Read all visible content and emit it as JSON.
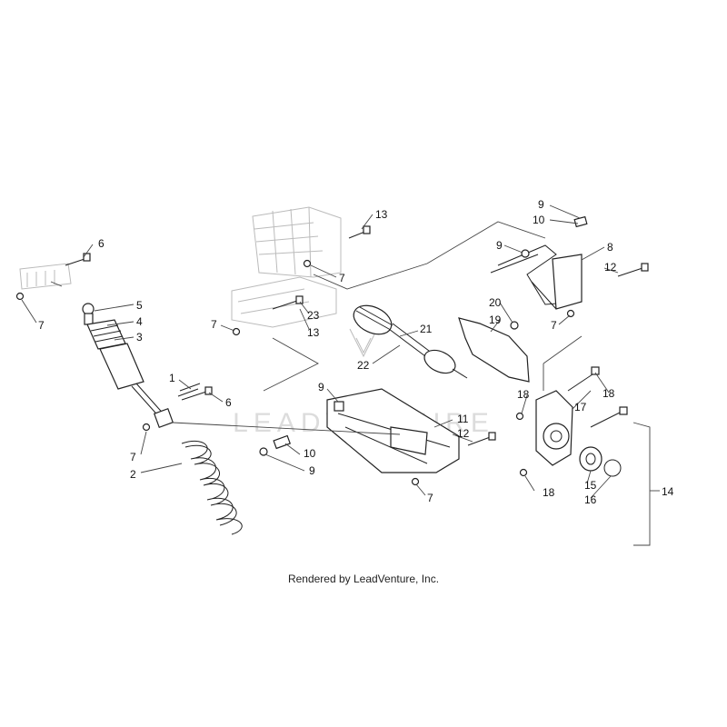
{
  "footer": {
    "rendered_by": "Rendered by LeadVenture, Inc."
  },
  "watermark": {
    "text": "LEADVENTURE"
  },
  "callouts": [
    {
      "id": "c-6a",
      "label": "6"
    },
    {
      "id": "c-7a",
      "label": "7"
    },
    {
      "id": "c-5",
      "label": "5"
    },
    {
      "id": "c-4",
      "label": "4"
    },
    {
      "id": "c-3",
      "label": "3"
    },
    {
      "id": "c-1",
      "label": "1"
    },
    {
      "id": "c-6b",
      "label": "6"
    },
    {
      "id": "c-7b",
      "label": "7"
    },
    {
      "id": "c-2",
      "label": "2"
    },
    {
      "id": "c-13a",
      "label": "13"
    },
    {
      "id": "c-7c",
      "label": "7"
    },
    {
      "id": "c-7d",
      "label": "7"
    },
    {
      "id": "c-23",
      "label": "23"
    },
    {
      "id": "c-13b",
      "label": "13"
    },
    {
      "id": "c-21",
      "label": "21"
    },
    {
      "id": "c-22",
      "label": "22"
    },
    {
      "id": "c-9a",
      "label": "9"
    },
    {
      "id": "c-10a",
      "label": "10"
    },
    {
      "id": "c-9b",
      "label": "9"
    },
    {
      "id": "c-11",
      "label": "11"
    },
    {
      "id": "c-12a",
      "label": "12"
    },
    {
      "id": "c-7e",
      "label": "7"
    },
    {
      "id": "c-9c",
      "label": "9"
    },
    {
      "id": "c-10b",
      "label": "10"
    },
    {
      "id": "c-9d",
      "label": "9"
    },
    {
      "id": "c-8",
      "label": "8"
    },
    {
      "id": "c-12b",
      "label": "12"
    },
    {
      "id": "c-7f",
      "label": "7"
    },
    {
      "id": "c-20",
      "label": "20"
    },
    {
      "id": "c-19",
      "label": "19"
    },
    {
      "id": "c-18a",
      "label": "18"
    },
    {
      "id": "c-17",
      "label": "17"
    },
    {
      "id": "c-18b",
      "label": "18"
    },
    {
      "id": "c-18c",
      "label": "18"
    },
    {
      "id": "c-15",
      "label": "15"
    },
    {
      "id": "c-16",
      "label": "16"
    },
    {
      "id": "c-14",
      "label": "14"
    }
  ]
}
